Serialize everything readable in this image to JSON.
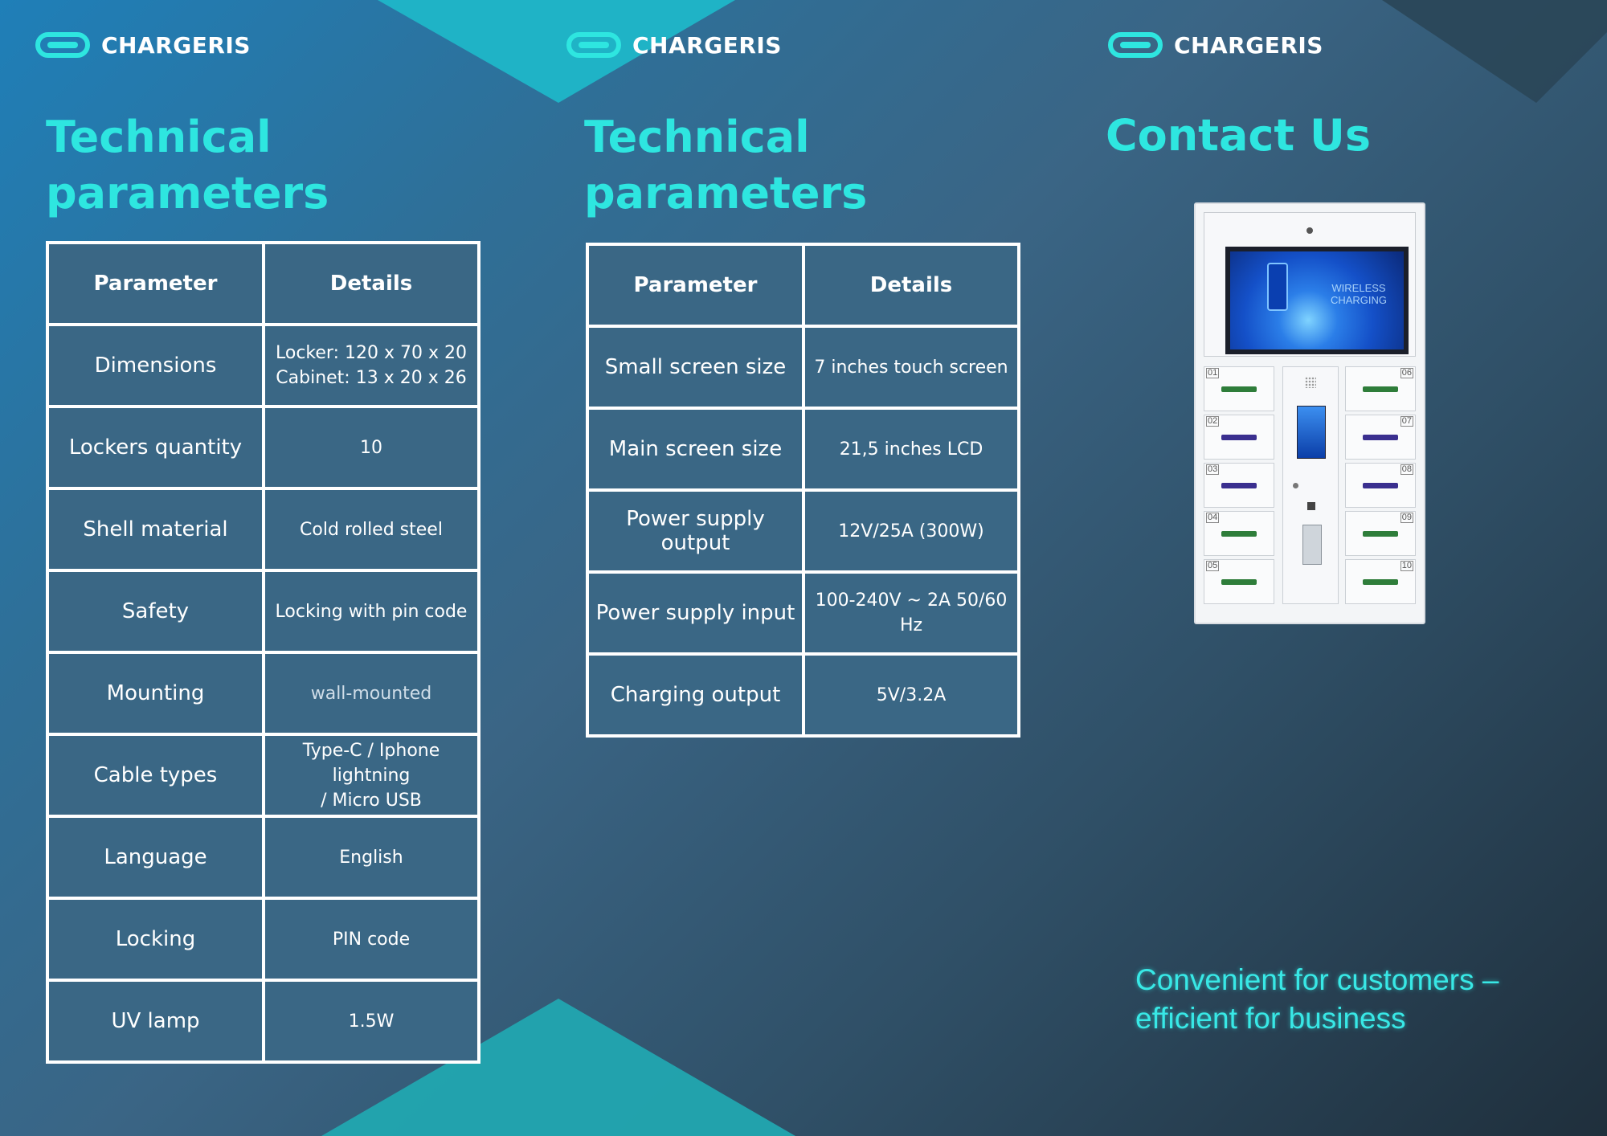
{
  "brand": {
    "name": "CHARGERIS",
    "accent": "#2ee6e0"
  },
  "panel1": {
    "title_line1": "Technical",
    "title_line2": "parameters",
    "headers": {
      "parameter": "Parameter",
      "details": "Details"
    },
    "rows": [
      {
        "parameter": "Dimensions",
        "details_line1": "Locker: 120 x 70 x 20",
        "details_line2": "Cabinet: 13 x 20 x 26"
      },
      {
        "parameter": "Lockers quantity",
        "details_line1": "10"
      },
      {
        "parameter": "Shell material",
        "details_line1": "Cold rolled steel"
      },
      {
        "parameter": "Safety",
        "details_line1": "Locking with pin code"
      },
      {
        "parameter": "Mounting",
        "details_line1": "wall-mounted"
      },
      {
        "parameter": "Cable types",
        "details_line1": "Type-C / Iphone lightning",
        "details_line2": "/ Micro USB"
      },
      {
        "parameter": "Language",
        "details_line1": "English"
      },
      {
        "parameter": "Locking",
        "details_line1": "PIN code"
      },
      {
        "parameter": "UV lamp",
        "details_line1": "1.5W"
      }
    ]
  },
  "panel2": {
    "title_line1": "Technical",
    "title_line2": "parameters",
    "headers": {
      "parameter": "Parameter",
      "details": "Details"
    },
    "rows": [
      {
        "parameter": "Small screen size",
        "details": "7 inches touch screen"
      },
      {
        "parameter": "Main screen size",
        "details": "21,5 inches LCD"
      },
      {
        "parameter": "Power supply output",
        "details": "12V/25A (300W)"
      },
      {
        "parameter": "Power supply input",
        "details": "100-240V ~ 2A 50/60 Hz"
      },
      {
        "parameter": "Charging output",
        "details": "5V/3.2A"
      }
    ]
  },
  "panel3": {
    "title": "Contact Us",
    "tagline_line1": "Convenient for customers –",
    "tagline_line2": "efficient for business",
    "kiosk": {
      "screen_text_line1": "WIRELESS",
      "screen_text_line2": "CHARGING",
      "doors_left": [
        "01",
        "02",
        "03",
        "04",
        "05"
      ],
      "doors_right": [
        "06",
        "07",
        "08",
        "09",
        "10"
      ]
    }
  }
}
